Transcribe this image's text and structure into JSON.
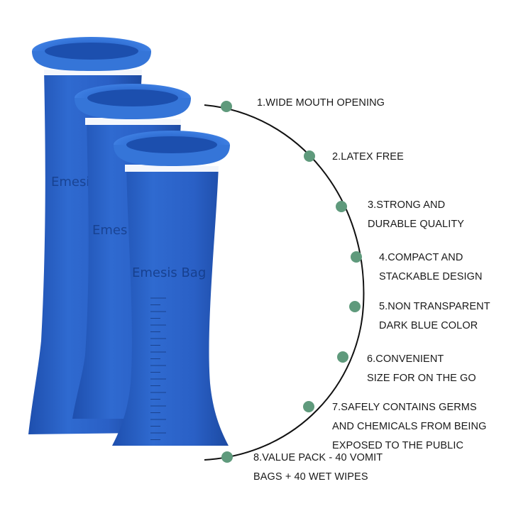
{
  "product": {
    "bag_print": "Emesis Bag",
    "colors": {
      "bag": "#2a5fc4",
      "bag_dark": "#1d4aa6",
      "rim": "#3f7fe0",
      "dot": "#5f9a7c",
      "arc": "#111111"
    }
  },
  "features": [
    {
      "lines": [
        "1.WIDE MOUTH OPENING"
      ]
    },
    {
      "lines": [
        "2.LATEX FREE"
      ]
    },
    {
      "lines": [
        "3.STRONG AND",
        "DURABLE QUALITY"
      ]
    },
    {
      "lines": [
        "4.COMPACT AND",
        "STACKABLE DESIGN"
      ]
    },
    {
      "lines": [
        "5.NON TRANSPARENT",
        "DARK BLUE COLOR"
      ]
    },
    {
      "lines": [
        "6.CONVENIENT",
        "SIZE FOR ON THE GO"
      ]
    },
    {
      "lines": [
        "7.SAFELY CONTAINS GERMS",
        "AND CHEMICALS FROM BEING",
        "EXPOSED TO THE PUBLIC"
      ]
    },
    {
      "lines": [
        "8.VALUE PACK - 40 VOMIT",
        "BAGS + 40 WET WIPES"
      ]
    }
  ]
}
